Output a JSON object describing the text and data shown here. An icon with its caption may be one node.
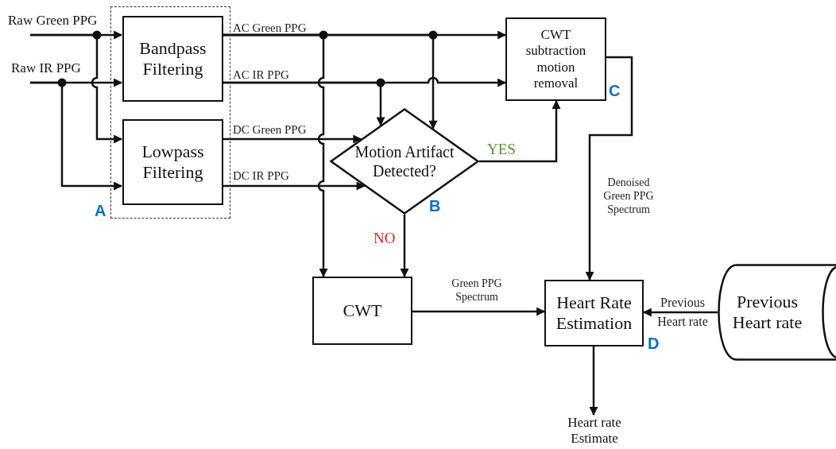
{
  "diagram": {
    "nodes": [
      {
        "text": [
          "Raw Green PPG"
        ]
      },
      {
        "text": [
          "Raw IR PPG"
        ]
      },
      {
        "text": [],
        "shape": "box",
        "beside": [
          "A"
        ]
      },
      {
        "text": [
          "Bandpass Filtering"
        ],
        "in": 2
      },
      {
        "text": [
          "Lowpass Filtering"
        ],
        "in": 2
      },
      {
        "text": [
          "CWT subtraction motion removal"
        ],
        "beside": [
          "C"
        ]
      },
      {
        "text": [
          "Motion Artifact Detected?"
        ],
        "beside": [
          "B"
        ]
      },
      {
        "text": [
          "CWT"
        ]
      },
      {
        "text": [
          "Heart Rate Estimation"
        ],
        "beside": [
          "D"
        ]
      },
      {
        "text": [
          "Previous Heart rate"
        ]
      },
      {
        "text": [
          "Heart rate Estimate"
        ]
      }
    ],
    "edges": [
      {
        "from": 0,
        "to": 3,
        "arrow": "to"
      },
      {
        "from": 0,
        "to": 4,
        "arrow": "to"
      },
      {
        "from": 1,
        "to": 3,
        "arrow": "to"
      },
      {
        "from": 1,
        "to": 4,
        "arrow": "to"
      },
      {
        "from": 3,
        "to": 5,
        "arrow": "to",
        "label": "AC Green PPG"
      },
      {
        "from": 3,
        "to": 6,
        "arrow": "to"
      },
      {
        "from": 3,
        "to": 7,
        "arrow": "to"
      },
      {
        "from": 3,
        "to": 5,
        "arrow": "to",
        "label": "AC IR PPG"
      },
      {
        "from": 3,
        "to": 6,
        "arrow": "to"
      },
      {
        "from": 4,
        "to": 6,
        "arrow": "to",
        "label": "DC Green PPG"
      },
      {
        "from": 4,
        "to": 6,
        "arrow": "to",
        "label": "DC IR PPG"
      },
      {
        "from": 6,
        "to": 5,
        "arrow": "to",
        "label": "YES"
      },
      {
        "from": 6,
        "to": 7,
        "arrow": "to",
        "label": "NO"
      },
      {
        "from": 5,
        "to": 8,
        "arrow": "to",
        "label": "Denoised Green PPG Spectrum"
      },
      {
        "from": 7,
        "to": 8,
        "arrow": "to",
        "label": "Green PPG Spectrum"
      },
      {
        "from": 9,
        "to": 8,
        "arrow": "to",
        "label": "Previous Heart rate"
      },
      {
        "from": 8,
        "to": 10,
        "arrow": "to"
      }
    ]
  }
}
